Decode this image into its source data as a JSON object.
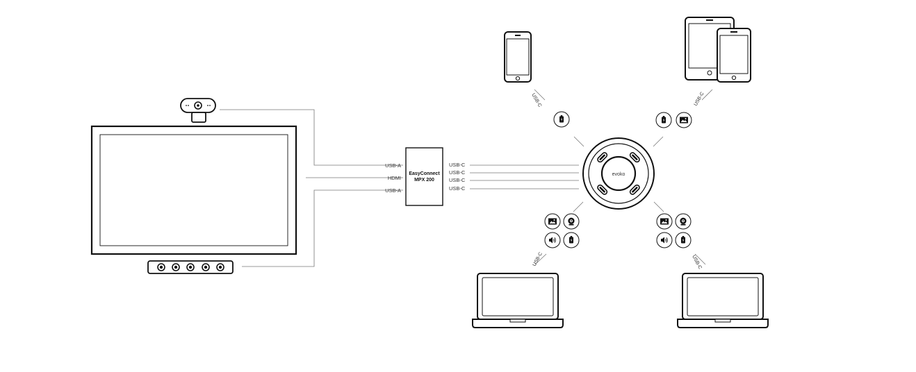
{
  "colors": {
    "stroke": "#111111",
    "wire": "#777777",
    "text": "#333333"
  },
  "hub": {
    "title_line1": "EasyConnect",
    "title_line2": "MPX 200",
    "left_ports": [
      "USB-A",
      "HDMI",
      "USB-A"
    ],
    "right_ports": [
      "USB-C",
      "USB-C",
      "USB-C",
      "USB-C"
    ]
  },
  "speakerphone": {
    "brand": "evoko"
  },
  "devices": {
    "phone": {
      "cable": "USB-C",
      "badges": [
        "battery-icon"
      ]
    },
    "tablet": {
      "cable": "USB-C",
      "badges": [
        "battery-icon",
        "image-icon"
      ]
    },
    "laptop_left": {
      "cable": "USB-C",
      "badges": [
        "image-icon",
        "webcam-icon",
        "speaker-icon",
        "battery-icon"
      ]
    },
    "laptop_right": {
      "cable": "USB-C",
      "badges": [
        "image-icon",
        "webcam-icon",
        "speaker-icon",
        "battery-icon"
      ]
    }
  }
}
